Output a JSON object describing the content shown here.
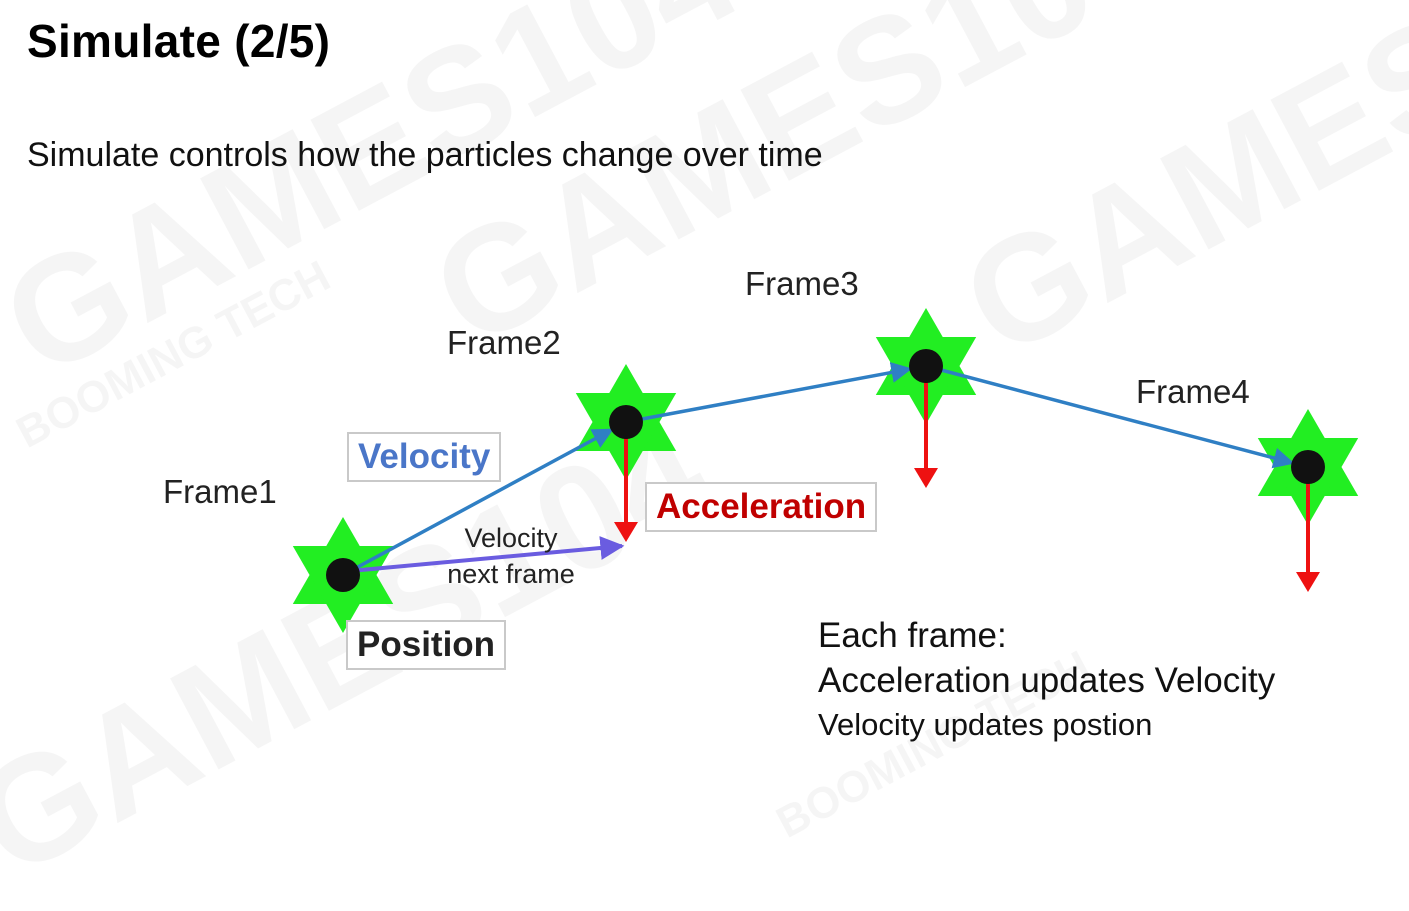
{
  "slide": {
    "title": "Simulate (2/5)",
    "subtitle": "Simulate controls how the particles change over time"
  },
  "watermark": {
    "main": "GAMES104",
    "brand_line1": "BOOMING",
    "brand_line2": "TECH"
  },
  "diagram": {
    "frames": [
      {
        "label": "Frame1"
      },
      {
        "label": "Frame2"
      },
      {
        "label": "Frame3"
      },
      {
        "label": "Frame4"
      }
    ],
    "labels": {
      "velocity": "Velocity",
      "acceleration": "Acceleration",
      "position": "Position",
      "velocity_next_line1": "Velocity",
      "velocity_next_line2": "next frame"
    },
    "colors": {
      "particle_star": "#22ee22",
      "particle_center": "#111111",
      "velocity_arrow": "#2f7fc4",
      "velocity_next_arrow": "#6a5ce0",
      "acceleration_arrow": "#ee1111",
      "velocity_text": "#4a76c8",
      "acceleration_text": "#c00000",
      "position_text": "#222222"
    }
  },
  "notes": {
    "line1": "Each frame:",
    "line2": "Acceleration updates Velocity",
    "line3": "Velocity updates postion"
  }
}
